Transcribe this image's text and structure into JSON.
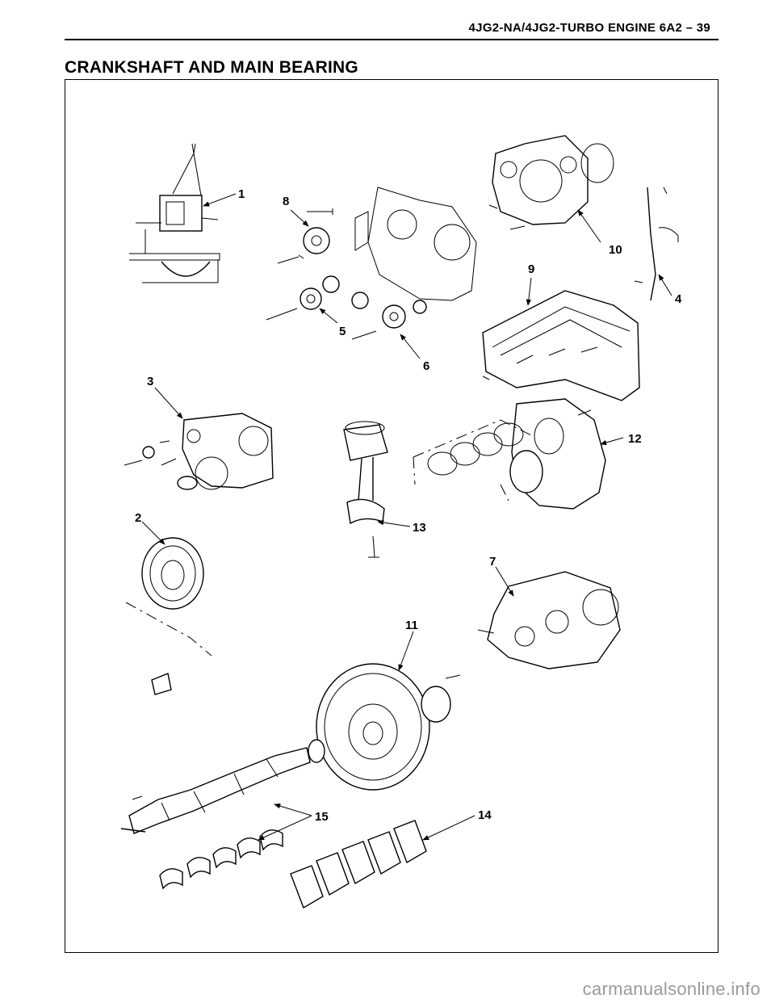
{
  "header": {
    "running_title": "4JG2-NA/4JG2-TURBO ENGINE 6A2 – 39",
    "section_title": "CRANKSHAFT AND MAIN BEARING"
  },
  "figure": {
    "callouts": [
      "1",
      "2",
      "3",
      "4",
      "5",
      "6",
      "7",
      "8",
      "9",
      "10",
      "11",
      "12",
      "13",
      "14",
      "15"
    ]
  },
  "footer": {
    "watermark": "carmanualsonline.info"
  }
}
